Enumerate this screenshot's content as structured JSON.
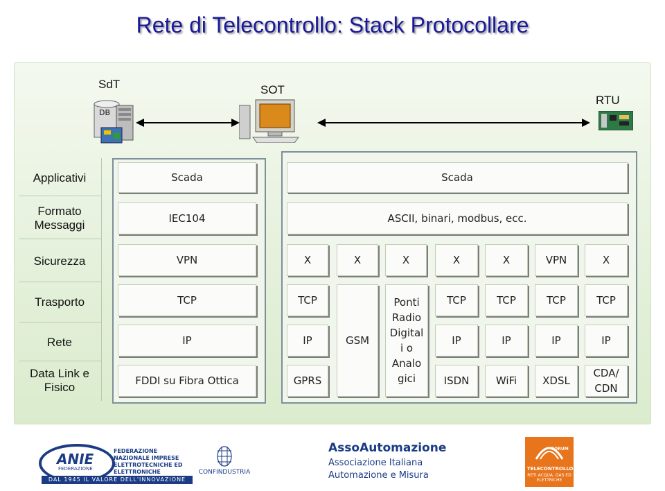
{
  "title": "Rete di Telecontrollo: Stack Protocollare",
  "top": {
    "sdt": "SdT",
    "db": "DB",
    "sot": "SOT",
    "rtu": "RTU"
  },
  "layers": {
    "applicativi": "Applicativi",
    "formato_messaggi": "Formato Messaggi",
    "sicurezza": "Sicurezza",
    "trasporto": "Trasporto",
    "rete": "Rete",
    "data_link": "Data Link e Fisico"
  },
  "left_stack": {
    "scada": "Scada",
    "iec104": "IEC104",
    "vpn": "VPN",
    "tcp": "TCP",
    "ip": "IP",
    "fddi": "FDDI su Fibra Ottica"
  },
  "right_stack": {
    "scada": "Scada",
    "formats": "ASCII, binari, modbus, ecc.",
    "security": [
      "X",
      "X",
      "X",
      "X",
      "X",
      "VPN",
      "X"
    ],
    "gprs": {
      "tcp": "TCP",
      "ip": "IP",
      "link": "GPRS"
    },
    "gsm": "GSM",
    "ponti": "Ponti Radio Digital i o Analo gici",
    "columns": [
      {
        "tcp": "TCP",
        "ip": "IP",
        "link": "ISDN"
      },
      {
        "tcp": "TCP",
        "ip": "IP",
        "link": "WiFi"
      },
      {
        "tcp": "TCP",
        "ip": "IP",
        "link": "XDSL"
      },
      {
        "tcp": "TCP",
        "ip": "IP",
        "link": "CDA/ CDN"
      }
    ]
  },
  "footer": {
    "anie": "ANIE",
    "anie_sub": "FEDERAZIONE",
    "anie_text": "FEDERAZIONE NAZIONALE IMPRESE ELETTROTECNICHE ED ELETTRONICHE",
    "anie_banner": "DAL 1945 IL VALORE DELL'INNOVAZIONE",
    "confindustria": "CONFINDUSTRIA",
    "asso_title": "AssoAutomazione",
    "asso_sub1": "Associazione Italiana",
    "asso_sub2": "Automazione e Misura",
    "forum": "FORUM",
    "forum_title": "TELECONTROLLO",
    "forum_sub": "RETI ACQUA, GAS ED ELETTRICHE"
  }
}
